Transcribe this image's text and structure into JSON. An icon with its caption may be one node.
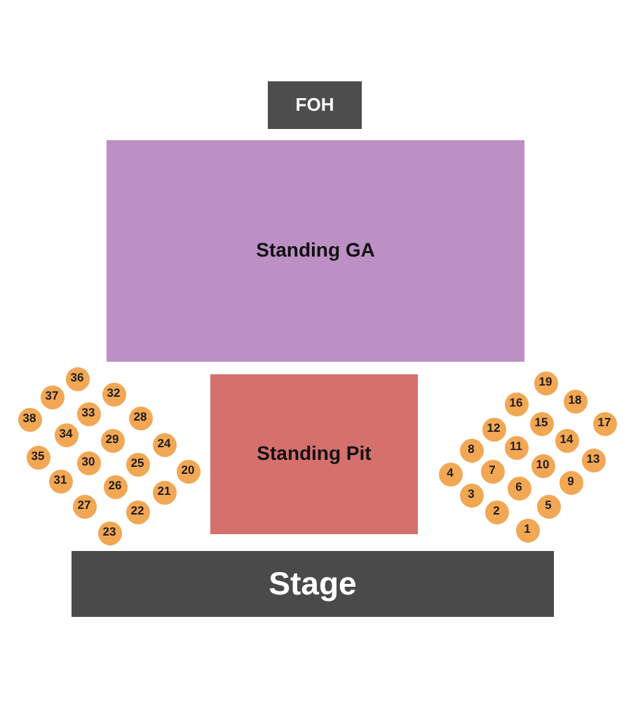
{
  "diagram": {
    "nodes": [
      {
        "text": [
          "FOH"
        ]
      },
      {
        "text": [
          "Standing GA"
        ]
      },
      {
        "text": [
          "Standing Pit"
        ]
      },
      {
        "text": [
          "1"
        ]
      },
      {
        "text": [
          "2"
        ]
      },
      {
        "text": [
          "3"
        ]
      },
      {
        "text": [
          "4"
        ]
      },
      {
        "text": [
          "5"
        ]
      },
      {
        "text": [
          "6"
        ]
      },
      {
        "text": [
          "7"
        ]
      },
      {
        "text": [
          "8"
        ]
      },
      {
        "text": [
          "9"
        ]
      },
      {
        "text": [
          "10"
        ]
      },
      {
        "text": [
          "11"
        ]
      },
      {
        "text": [
          "12"
        ]
      },
      {
        "text": [
          "13"
        ]
      },
      {
        "text": [
          "14"
        ]
      },
      {
        "text": [
          "15"
        ]
      },
      {
        "text": [
          "16"
        ]
      },
      {
        "text": [
          "17"
        ]
      },
      {
        "text": [
          "18"
        ]
      },
      {
        "text": [
          "19"
        ]
      },
      {
        "text": [
          "20"
        ]
      },
      {
        "text": [
          "21"
        ]
      },
      {
        "text": [
          "22"
        ]
      },
      {
        "text": [
          "23"
        ]
      },
      {
        "text": [
          "24"
        ]
      },
      {
        "text": [
          "25"
        ]
      },
      {
        "text": [
          "26"
        ]
      },
      {
        "text": [
          "27"
        ]
      },
      {
        "text": [
          "28"
        ]
      },
      {
        "text": [
          "29"
        ]
      },
      {
        "text": [
          "30"
        ]
      },
      {
        "text": [
          "31"
        ]
      },
      {
        "text": [
          "32"
        ]
      },
      {
        "text": [
          "33"
        ]
      },
      {
        "text": [
          "34"
        ]
      },
      {
        "text": [
          "35"
        ]
      },
      {
        "text": [
          "36"
        ]
      },
      {
        "text": [
          "37"
        ]
      },
      {
        "text": [
          "38"
        ]
      },
      {
        "text": [
          "Stage"
        ]
      }
    ],
    "edges": []
  }
}
